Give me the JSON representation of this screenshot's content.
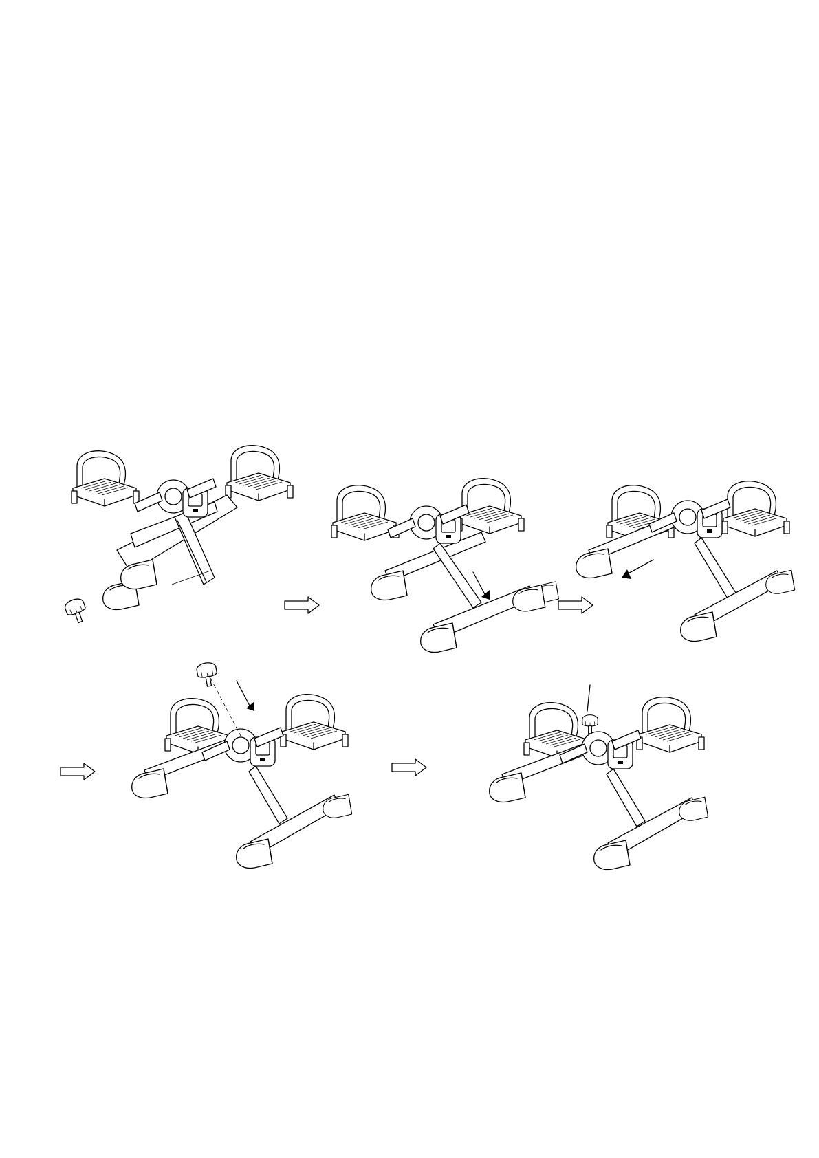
{
  "diagram": {
    "steps": [
      {
        "id": "step-1",
        "shows": "folded-pedal-exerciser-with-knob-removed"
      },
      {
        "id": "step-2",
        "shows": "lower-front-leg-down"
      },
      {
        "id": "step-3",
        "shows": "push-exerciser-backward"
      },
      {
        "id": "step-4",
        "shows": "insert-knob"
      },
      {
        "id": "step-5",
        "shows": "knob-tightened"
      }
    ],
    "arrows": [
      {
        "type": "hollow-flow-arrow"
      },
      {
        "type": "hollow-flow-arrow"
      },
      {
        "type": "hollow-flow-arrow"
      },
      {
        "type": "hollow-flow-arrow"
      }
    ],
    "icons": [
      "knob-icon",
      "direction-arrow-icon",
      "flow-arrow-icon"
    ],
    "colors": {
      "ink": "#000000",
      "paper": "#ffffff"
    }
  }
}
